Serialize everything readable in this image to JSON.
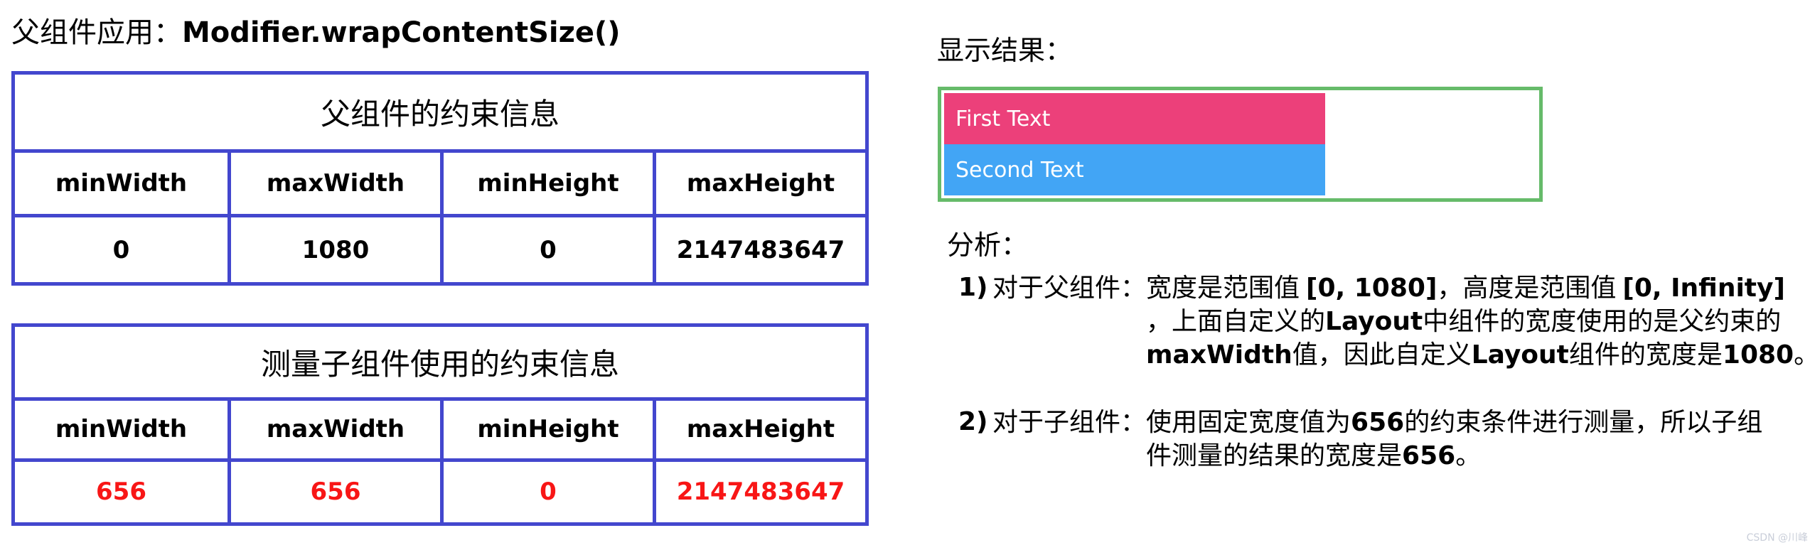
{
  "left": {
    "title_prefix": "父组件应用：",
    "title_code": "Modifier.wrapContentSize()"
  },
  "tables": [
    {
      "caption": "父组件的约束信息",
      "headers": [
        "minWidth",
        "maxWidth",
        "minHeight",
        "maxHeight"
      ],
      "values": [
        "0",
        "1080",
        "0",
        "2147483647"
      ],
      "value_color": "#000000"
    },
    {
      "caption": "测量子组件使用的约束信息",
      "headers": [
        "minWidth",
        "maxWidth",
        "minHeight",
        "maxHeight"
      ],
      "values": [
        "656",
        "656",
        "0",
        "2147483647"
      ],
      "value_color": "#F81616"
    }
  ],
  "result": {
    "label": "显示结果：",
    "bars": [
      {
        "text": "First Text",
        "color": "#EC407A"
      },
      {
        "text": "Second Text",
        "color": "#42A5F5"
      }
    ]
  },
  "analysis": {
    "label": "分析：",
    "items": [
      {
        "marker": "1)",
        "label": "对于父组件：",
        "lines": [
          [
            {
              "t": "宽度是范围值 "
            },
            {
              "t": "[0, 1080]",
              "b": true
            },
            {
              "t": "，高度是范围值 "
            },
            {
              "t": "[0, Infinity]",
              "b": true
            }
          ],
          [
            {
              "t": "，上面自定义的"
            },
            {
              "t": "Layout",
              "b": true
            },
            {
              "t": "中组件的宽度使用的是父约束的"
            }
          ],
          [
            {
              "t": "maxWidth",
              "b": true
            },
            {
              "t": "值，因此自定义"
            },
            {
              "t": "Layout",
              "b": true
            },
            {
              "t": "组件的宽度是"
            },
            {
              "t": "1080",
              "b": true
            },
            {
              "t": "。"
            }
          ]
        ]
      },
      {
        "marker": "2)",
        "label": "对于子组件：",
        "lines": [
          [
            {
              "t": "使用固定宽度值为"
            },
            {
              "t": "656",
              "b": true
            },
            {
              "t": "的约束条件进行测量，所以子组"
            }
          ],
          [
            {
              "t": "件测量的结果的宽度是"
            },
            {
              "t": "656",
              "b": true
            },
            {
              "t": "。"
            }
          ]
        ]
      }
    ]
  },
  "watermark": "CSDN @川峰",
  "colors": {
    "table_border": "#4347CE",
    "value_highlight": "#F81616",
    "bar_first": "#EC407A",
    "bar_second": "#42A5F5",
    "result_border": "#66BB6A",
    "watermark_gray": "#C9CED9"
  }
}
